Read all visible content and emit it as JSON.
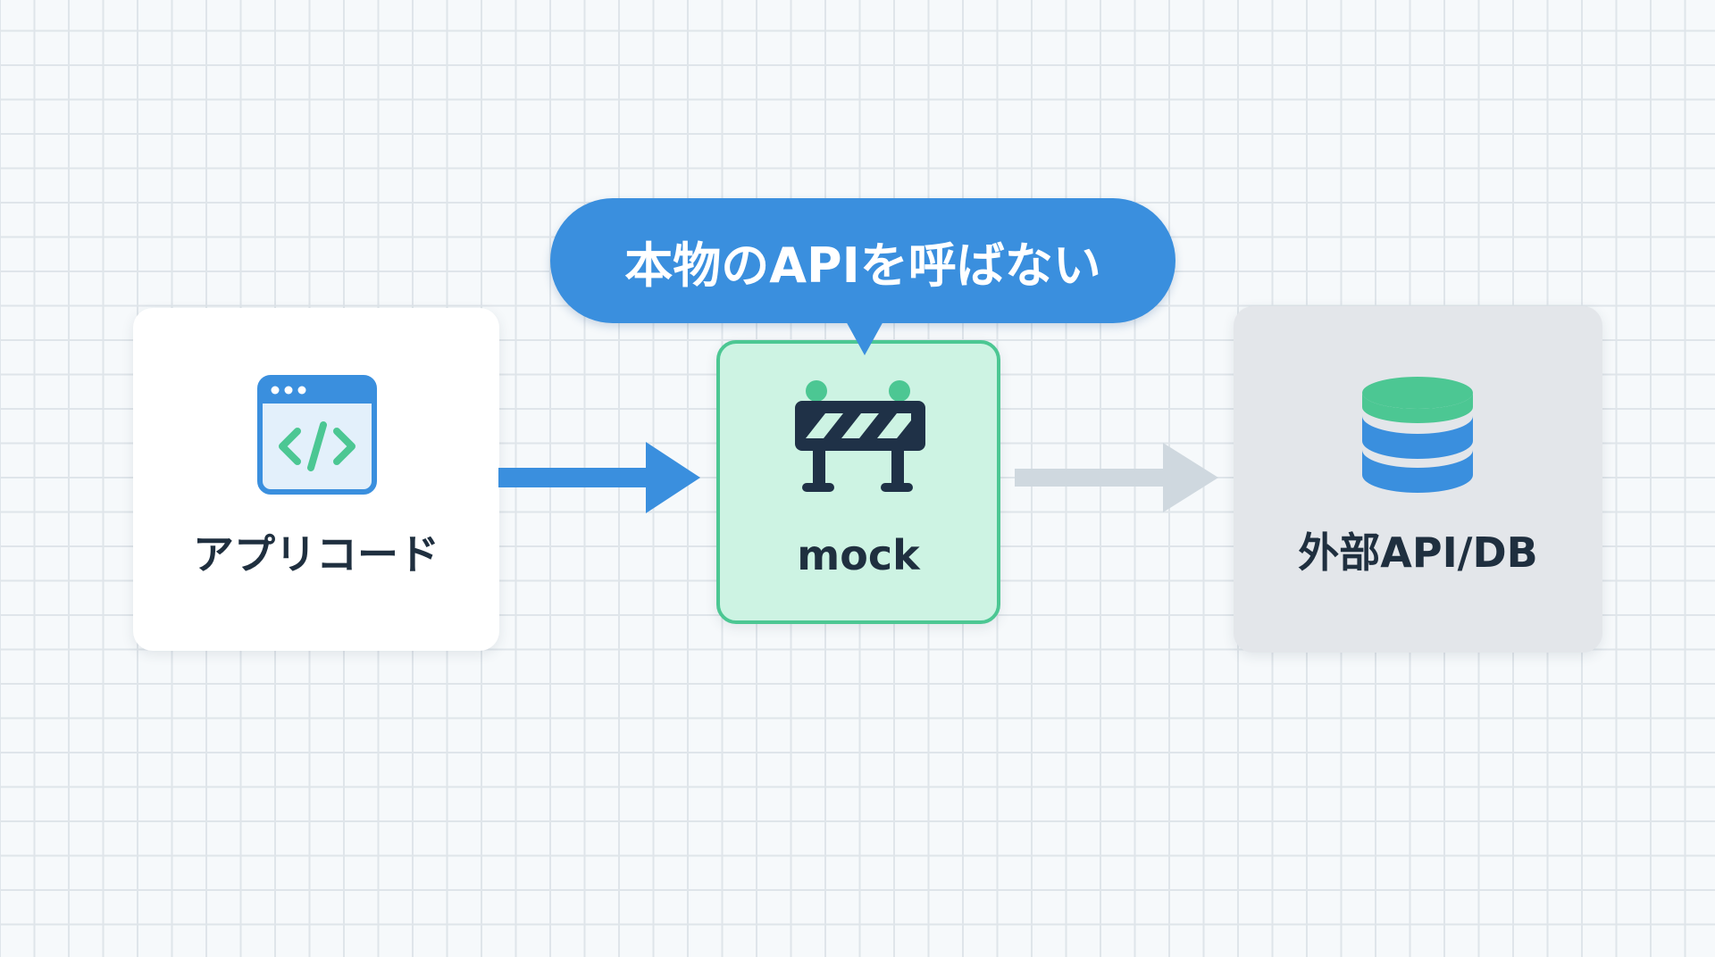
{
  "callout": {
    "text": "本物のAPIを呼ばない"
  },
  "nodes": {
    "app": {
      "label": "アプリコード",
      "icon": "code-window-icon"
    },
    "mock": {
      "label": "mock",
      "icon": "barrier-icon"
    },
    "external": {
      "label": "外部API/DB",
      "icon": "database-icon"
    }
  },
  "colors": {
    "blue": "#3a8fde",
    "green": "#4cc793",
    "navy": "#1f3147",
    "gray_arrow": "#cfd8df"
  }
}
